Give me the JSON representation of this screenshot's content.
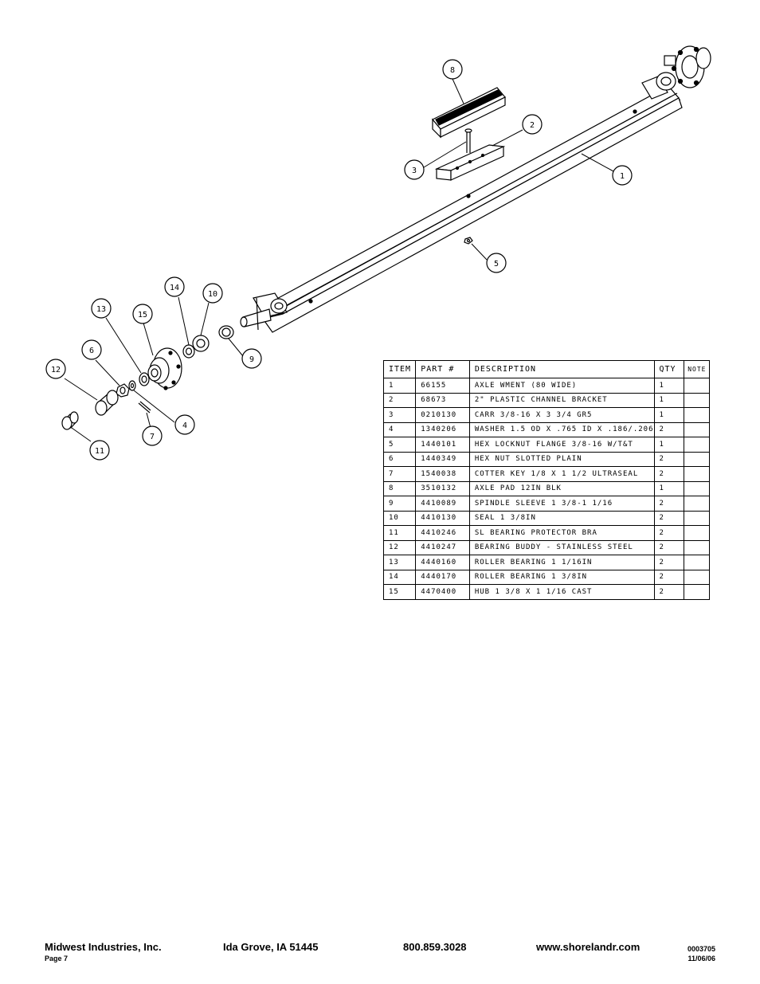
{
  "callouts": [
    "1",
    "2",
    "3",
    "4",
    "5",
    "6",
    "7",
    "8",
    "9",
    "10",
    "11",
    "12",
    "13",
    "14",
    "15"
  ],
  "table": {
    "headers": [
      "ITEM",
      "PART #",
      "DESCRIPTION",
      "QTY",
      "NOTE"
    ],
    "rows": [
      [
        "1",
        "66155",
        "AXLE WMENT (80 WIDE)",
        "1",
        ""
      ],
      [
        "2",
        "68673",
        "2\" PLASTIC CHANNEL BRACKET",
        "1",
        ""
      ],
      [
        "3",
        "0210130",
        "CARR 3/8-16 X 3 3/4 GR5",
        "1",
        ""
      ],
      [
        "4",
        "1340206",
        "WASHER 1.5 OD X .765 ID X .186/.206",
        "2",
        ""
      ],
      [
        "5",
        "1440101",
        "HEX LOCKNUT FLANGE 3/8-16 W/T&T",
        "1",
        ""
      ],
      [
        "6",
        "1440349",
        "HEX NUT SLOTTED PLAIN",
        "2",
        ""
      ],
      [
        "7",
        "1540038",
        "COTTER KEY 1/8 X 1 1/2 ULTRASEAL",
        "2",
        ""
      ],
      [
        "8",
        "3510132",
        "AXLE PAD 12IN  BLK",
        "1",
        ""
      ],
      [
        "9",
        "4410089",
        "SPINDLE SLEEVE  1 3/8-1 1/16",
        "2",
        ""
      ],
      [
        "10",
        "4410130",
        "SEAL  1 3/8IN",
        "2",
        ""
      ],
      [
        "11",
        "4410246",
        "SL BEARING PROTECTOR BRA",
        "2",
        ""
      ],
      [
        "12",
        "4410247",
        "BEARING BUDDY - STAINLESS STEEL",
        "2",
        ""
      ],
      [
        "13",
        "4440160",
        "ROLLER BEARING   1 1/16IN",
        "2",
        ""
      ],
      [
        "14",
        "4440170",
        "ROLLER BEARING   1 3/8IN",
        "2",
        ""
      ],
      [
        "15",
        "4470400",
        "HUB  1 3/8 X 1 1/16 CAST",
        "2",
        ""
      ]
    ]
  },
  "footer": {
    "company": "Midwest Industries, Inc.",
    "location": "Ida Grove, IA  51445",
    "phone": "800.859.3028",
    "website": "www.shorelandr.com",
    "page": "Page 7",
    "doc_number": "0003705",
    "date": "11/06/06"
  }
}
